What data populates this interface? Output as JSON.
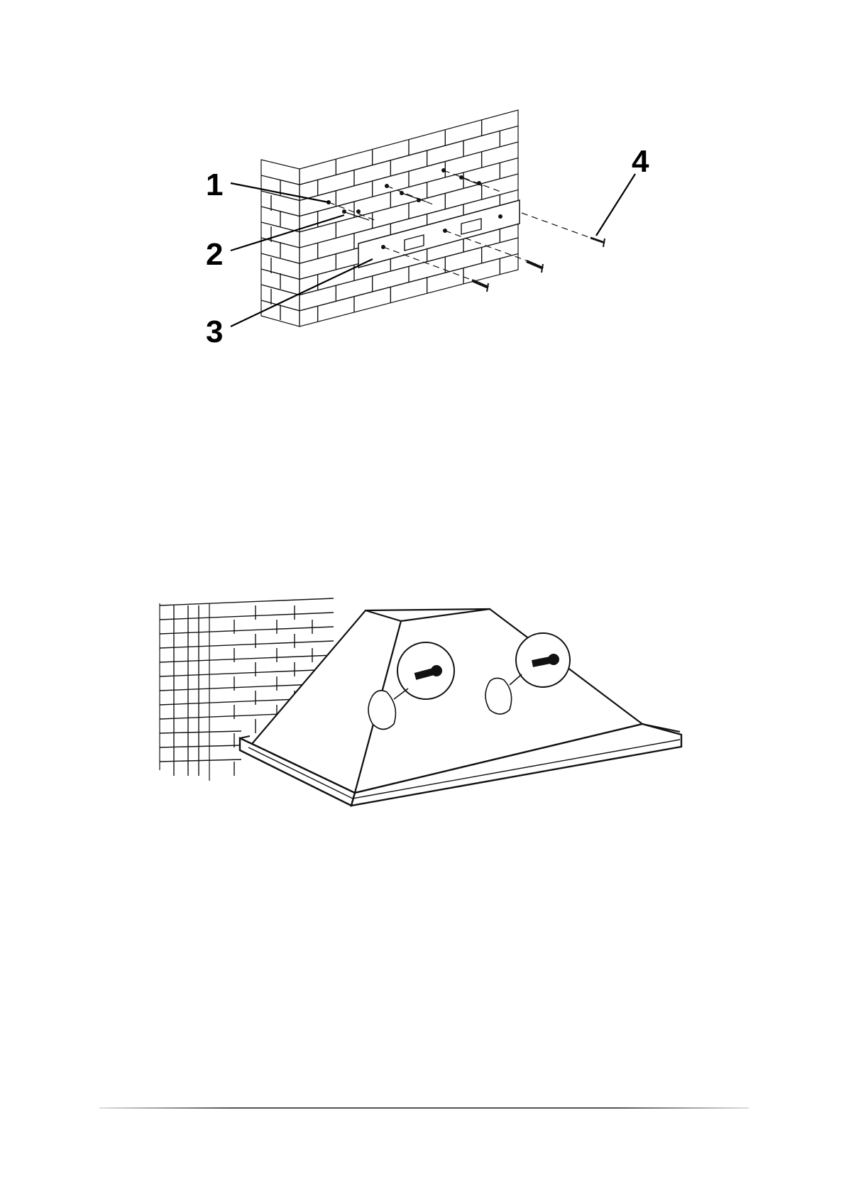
{
  "figure_1": {
    "callouts": [
      "1",
      "2",
      "3",
      "4"
    ],
    "parts_note": ""
  },
  "figure_2": {
    "zoom_callouts": 2
  },
  "colors": {
    "ink": "#111111",
    "paper": "#ffffff",
    "rule": "#555555"
  }
}
